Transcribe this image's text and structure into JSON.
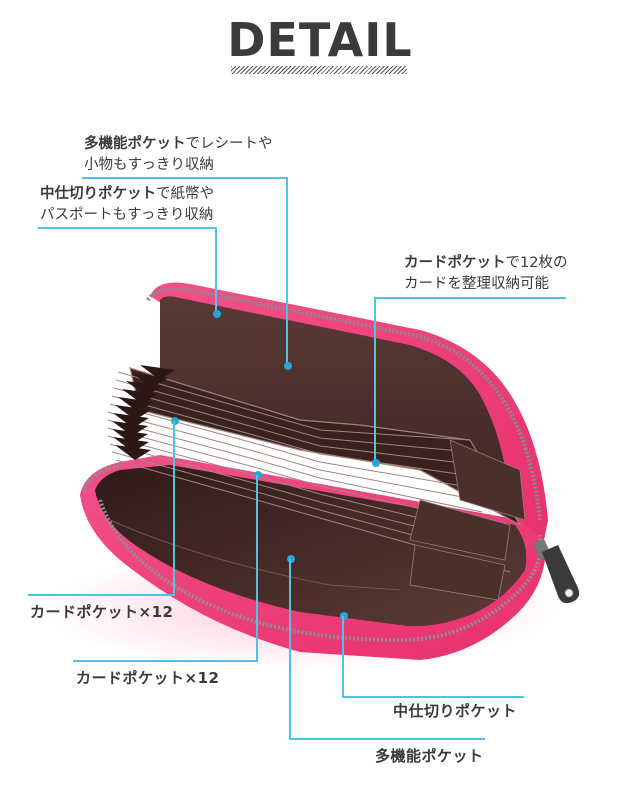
{
  "header": {
    "title": "DETAIL"
  },
  "colors": {
    "accent_line": "#4fc3e3",
    "dot": "#2aa5d8",
    "wallet_pink": "#ee3d77",
    "wallet_lining": "#4a2b28",
    "text": "#3a3a3a"
  },
  "callouts": [
    {
      "id": "multi-function-pocket-top",
      "bold": "多機能ポケット",
      "rest_line1": "でレシートや",
      "line2": "小物もすっきり収納"
    },
    {
      "id": "divider-pocket-top",
      "bold": "中仕切りポケット",
      "rest_line1": "で紙幣や",
      "line2": "パスポートもすっきり収納"
    },
    {
      "id": "card-pocket-top",
      "bold": "カードポケット",
      "rest_line1": "で12枚の",
      "line2": "カードを整理収納可能"
    },
    {
      "id": "card-pocket-left-1",
      "label": "カードポケット×12"
    },
    {
      "id": "card-pocket-left-2",
      "label": "カードポケット×12"
    },
    {
      "id": "divider-pocket-bottom",
      "label": "中仕切りポケット"
    },
    {
      "id": "multi-function-pocket-bottom",
      "label": "多機能ポケット"
    }
  ],
  "image": {
    "subject": "pink-zip-accordion-card-wallet",
    "icon": "wallet-photo"
  }
}
